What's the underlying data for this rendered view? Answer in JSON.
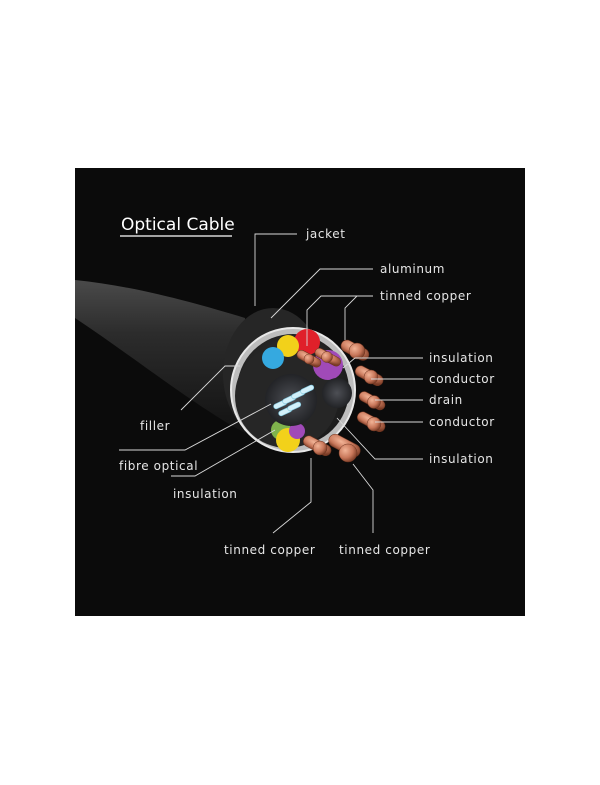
{
  "title": "Optical Cable",
  "labels": {
    "jacket": "jacket",
    "aluminum": "aluminum",
    "tinned_copper_top": "tinned copper",
    "insulation_right_1": "insulation",
    "conductor_right_1": "conductor",
    "drain": "drain",
    "conductor_right_2": "conductor",
    "insulation_right_2": "insulation",
    "filler": "filler",
    "fibre_optical": "fibre optical",
    "insulation_left": "insulation",
    "tinned_copper_bottom_left": "tinned copper",
    "tinned_copper_bottom_right": "tinned copper"
  },
  "colors": {
    "background": "#0b0b0b",
    "jacket": "#2a2a2a",
    "aluminum": "#c9c9c9",
    "copper": "#c8775a",
    "insulation_red": "#e0202a",
    "insulation_yellow": "#f2d11a",
    "insulation_blue": "#35a9e0",
    "insulation_purple": "#a04ab8",
    "fibre": "#bfe8f5"
  }
}
